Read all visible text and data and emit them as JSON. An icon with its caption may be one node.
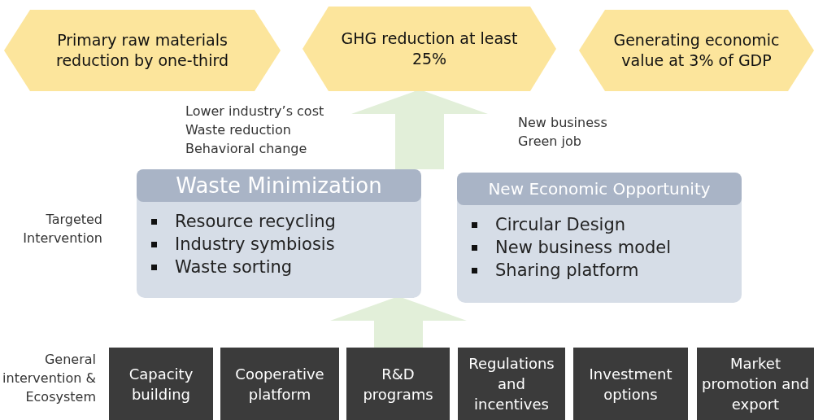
{
  "diagram": {
    "nodes": [
      {
        "text": [
          "Primary raw materials reduction by one-third"
        ]
      },
      {
        "text": [
          "GHG reduction at least 25%"
        ]
      },
      {
        "text": [
          "Generating economic value at 3% of GDP"
        ]
      },
      {
        "text": [
          "Waste Minimization",
          "Resource recycling",
          "Industry symbiosis",
          "Waste sorting"
        ]
      },
      {
        "text": [
          "New Economic Opportunity",
          "Circular Design",
          "New business model",
          "Sharing platform"
        ]
      },
      {
        "text": [
          "Capacity building"
        ]
      },
      {
        "text": [
          "Cooperative platform"
        ]
      },
      {
        "text": [
          "R&D programs"
        ]
      },
      {
        "text": [
          "Regulations and incentives"
        ]
      },
      {
        "text": [
          "Investment options"
        ]
      },
      {
        "text": [
          "Market promotion and export"
        ]
      }
    ],
    "edges": [
      {
        "from": 7,
        "to": 3,
        "arrow": "to"
      },
      {
        "from": 3,
        "to": 1,
        "arrow": "to"
      }
    ],
    "labels": [
      "Lower industry’s cost",
      "Waste reduction",
      "Behavioral change",
      "New business",
      "Green job",
      "Targeted Intervention",
      "General intervention & Ecosystem"
    ]
  }
}
